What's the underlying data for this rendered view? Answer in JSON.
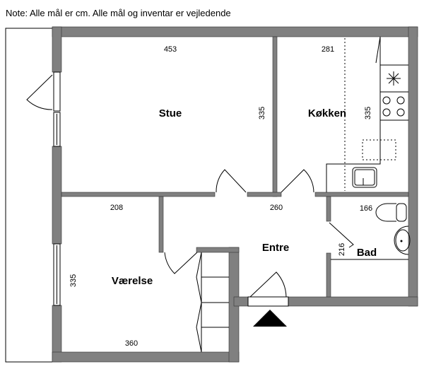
{
  "note": "Note: Alle mål er cm. Alle mål og inventar er vejledende",
  "rooms": {
    "stue": {
      "label": "Stue",
      "width": "453",
      "depth": "335"
    },
    "kokken": {
      "label": "Køkken",
      "width": "281",
      "depth": "335"
    },
    "vaerelse": {
      "label": "Værelse",
      "width_top": "208",
      "width_bottom": "360",
      "depth": "335"
    },
    "entre": {
      "label": "Entre",
      "width": "260"
    },
    "bad": {
      "label": "Bad",
      "width": "166",
      "depth": "216"
    }
  },
  "colors": {
    "wall": "#808080"
  }
}
